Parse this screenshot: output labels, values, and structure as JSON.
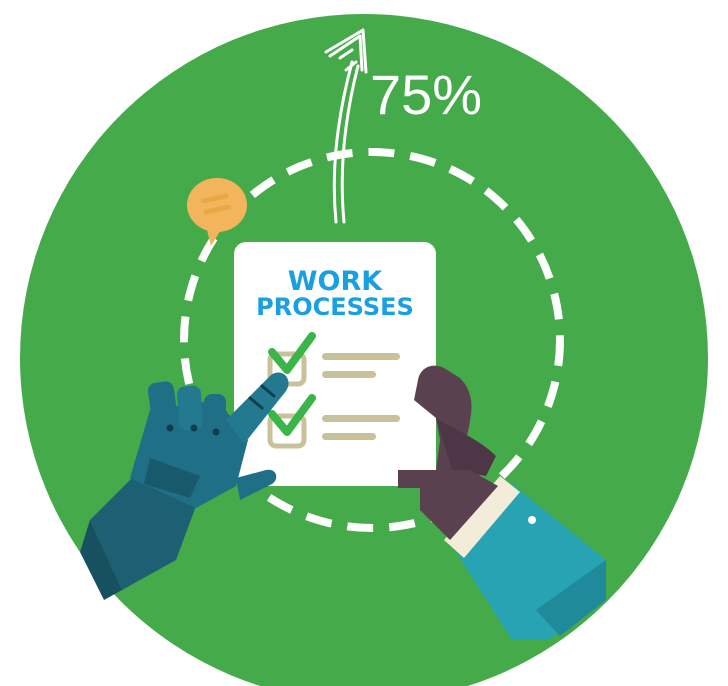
{
  "colors": {
    "circle": "#45ab4a",
    "ring": "#ffffff",
    "document": "#ffffff",
    "title": "#1a9fe0",
    "check": "#3ab54a",
    "box": "#c9c19a",
    "line": "#c9c19a",
    "bubble": "#f2b55c",
    "robot_hand": "#1f6f86",
    "human_hand": "#5a4150",
    "sleeve": "#27a3b4",
    "cuff": "#f2ecd9"
  },
  "icons": [
    "upward-arrow-icon",
    "speech-bubble-icon",
    "checkmark-icon",
    "robot-hand-icon",
    "human-hand-icon"
  ],
  "percent_label": "75%",
  "document": {
    "title_line1": "WORK",
    "title_line2": "PROCESSES",
    "items_checked": 2
  }
}
